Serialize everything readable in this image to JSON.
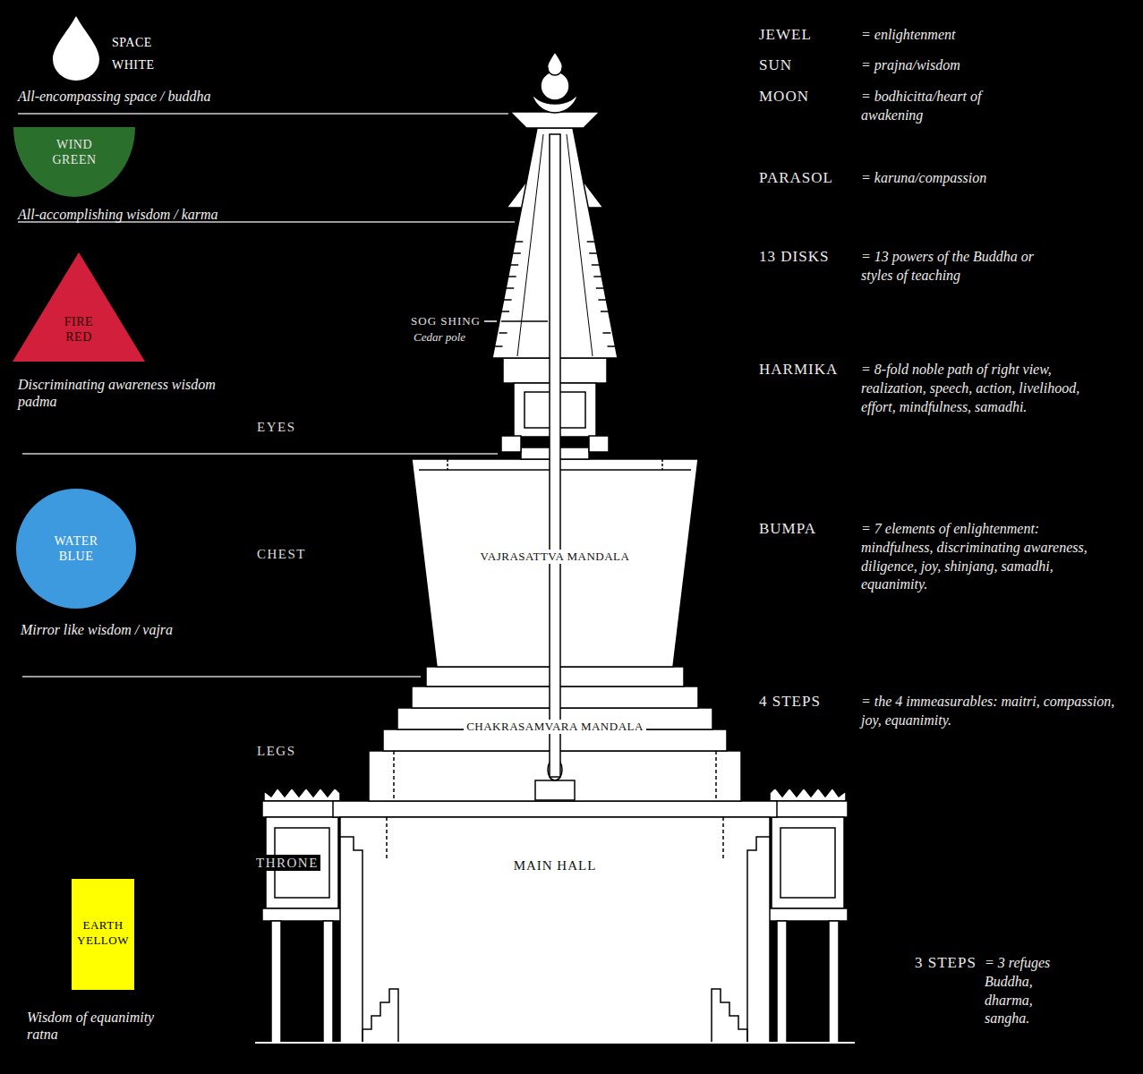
{
  "diagram": {
    "nodes": [
      {
        "text": [
          "SPACE WHITE",
          "All-encompassing space / buddha"
        ]
      },
      {
        "text": [
          "WIND GREEN",
          "All-accomplishing wisdom / karma"
        ]
      },
      {
        "text": [
          "FIRE RED",
          "Discriminating awareness wisdom padma"
        ]
      },
      {
        "text": [
          "WATER BLUE",
          "Mirror like wisdom / vajra"
        ]
      },
      {
        "text": [
          "EARTH YELLOW",
          "Wisdom of equanimity ratna"
        ]
      }
    ],
    "labels": [
      "EYES",
      "CHEST",
      "LEGS",
      "THRONE",
      "SOG SHING",
      "Cedar pole",
      "VAJRASATTVA MANDALA",
      "CHAKRASAMVARA MANDALA",
      "MAIN HALL",
      "JEWEL",
      "= enlightenment",
      "SUN",
      "= prajna/wisdom",
      "MOON",
      "= bodhicitta/heart of awakening",
      "PARASOL",
      "= karuna/compassion",
      "13 DISKS",
      "= 13 powers of the Buddha or styles of teaching",
      "HARMIKA",
      "= 8-fold noble path of right view, realization, speech, action, livelihood, effort, mindfulness, samadhi.",
      "BUMPA",
      "= 7 elements of enlightenment: mindfulness, discriminating awareness, diligence, joy, shinjang, samadhi, equanimity.",
      "4 STEPS",
      "= the 4 immeasurables: maitri, compassion, joy, equanimity.",
      "3 STEPS",
      "= 3 refuges Buddha, dharma, sangha."
    ]
  }
}
